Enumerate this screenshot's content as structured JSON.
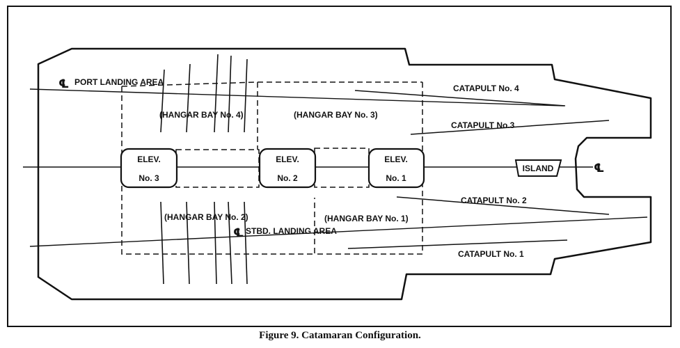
{
  "centerline_symbol": "℄",
  "labels": {
    "port_landing_area": "PORT LANDING AREA",
    "stbd_landing_area": "STBD. LANDING AREA",
    "catapult_4": "CATAPULT No. 4",
    "catapult_3": "CATAPULT No.3",
    "catapult_2": "CATAPULT No. 2",
    "catapult_1": "CATAPULT No. 1",
    "hangar_bay_4": "(HANGAR BAY No. 4)",
    "hangar_bay_3": "(HANGAR BAY No. 3)",
    "hangar_bay_2": "(HANGAR BAY No. 2)",
    "hangar_bay_1": "(HANGAR BAY No. 1)",
    "island": "ISLAND"
  },
  "elevators": [
    {
      "line1": "ELEV.",
      "line2": "No. 3"
    },
    {
      "line1": "ELEV.",
      "line2": "No. 2"
    },
    {
      "line1": "ELEV.",
      "line2": "No. 1"
    }
  ],
  "caption": "Figure 9. Catamaran Configuration."
}
